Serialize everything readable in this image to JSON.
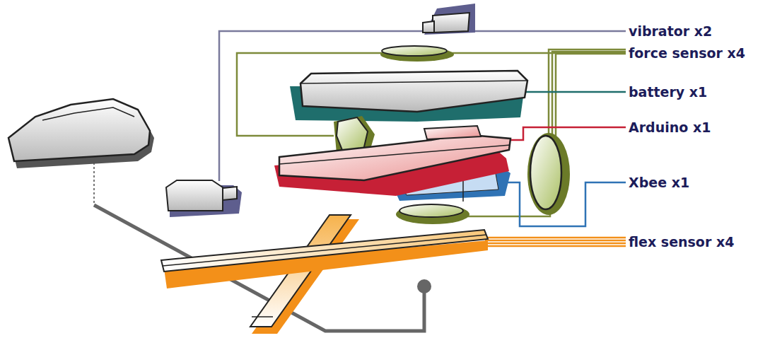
{
  "diagram": {
    "labels": [
      "vibrator x2",
      "force sensor x4",
      "battery x1",
      "Arduino x1",
      "Xbee x1",
      "flex sensor x4"
    ]
  }
}
